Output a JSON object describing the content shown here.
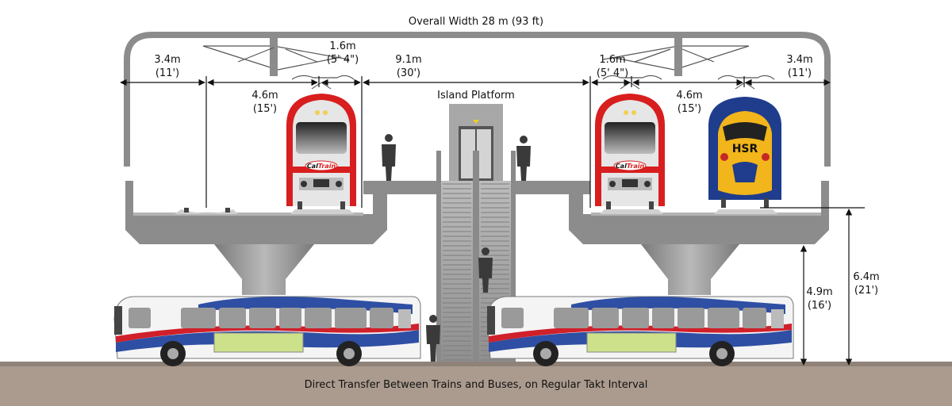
{
  "title": "Overall Width 28 m (93 ft)",
  "platform_label": "Island Platform",
  "caption": "Direct Transfer Between Trains and Buses, on Regular Takt Interval",
  "dimensions": {
    "left_outer_m": "3.4m",
    "left_outer_ft": "(11')",
    "left_track_m": "4.6m",
    "left_track_ft": "(15')",
    "left_gap_m": "1.6m",
    "left_gap_ft": "(5' 4\")",
    "platform_m": "9.1m",
    "platform_ft": "(30')",
    "right_gap_m": "1.6m",
    "right_gap_ft": "(5' 4\")",
    "right_track_m": "4.6m",
    "right_track_ft": "(15')",
    "right_outer_m": "3.4m",
    "right_outer_ft": "(11')",
    "clearance_m": "4.9m",
    "clearance_ft": "(16')",
    "deck_height_m": "6.4m",
    "deck_height_ft": "(21')"
  },
  "trains": {
    "caltrain_logo_a": "Cal",
    "caltrain_logo_b": "Train",
    "hsr_label": "HSR"
  },
  "colors": {
    "structure": "#8c8c8c",
    "structure_light": "#b3b3b3",
    "ground": "#ab9b8e",
    "caltrain_red": "#d81e1e",
    "hsr_blue": "#1f3d8c",
    "hsr_yellow": "#f2b51b",
    "bus_blue": "#2e4fa3",
    "bus_red": "#d0202a"
  }
}
